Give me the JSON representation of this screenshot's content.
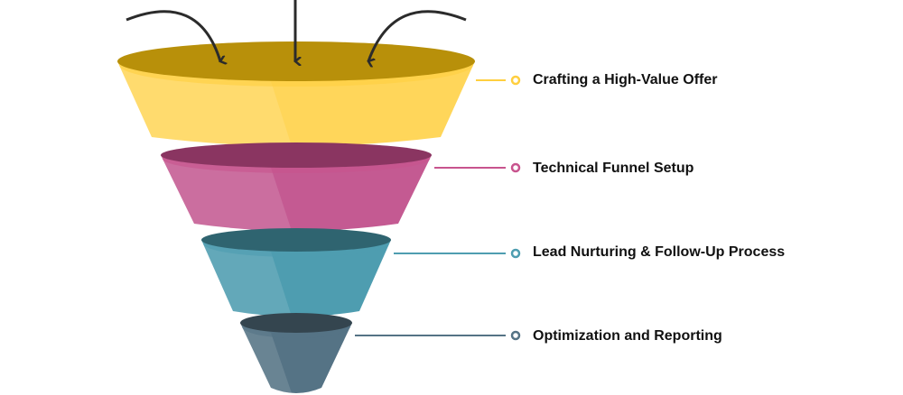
{
  "stages": [
    {
      "label": "Crafting a High-Value Offer",
      "color": "#FFD65A",
      "top": "#B8900A",
      "line": "#FFCF3F"
    },
    {
      "label": "Technical Funnel Setup",
      "color": "#C45A92",
      "top": "#8A3561",
      "line": "#C8548E"
    },
    {
      "label": "Lead Nurturing & Follow-Up Process",
      "color": "#4E9DB0",
      "top": "#2F6470",
      "line": "#4E9DB0"
    },
    {
      "label": "Optimization and Reporting",
      "color": "#557385",
      "top": "#34454F",
      "line": "#557385"
    }
  ],
  "arrow_color": "#2B2B2B"
}
